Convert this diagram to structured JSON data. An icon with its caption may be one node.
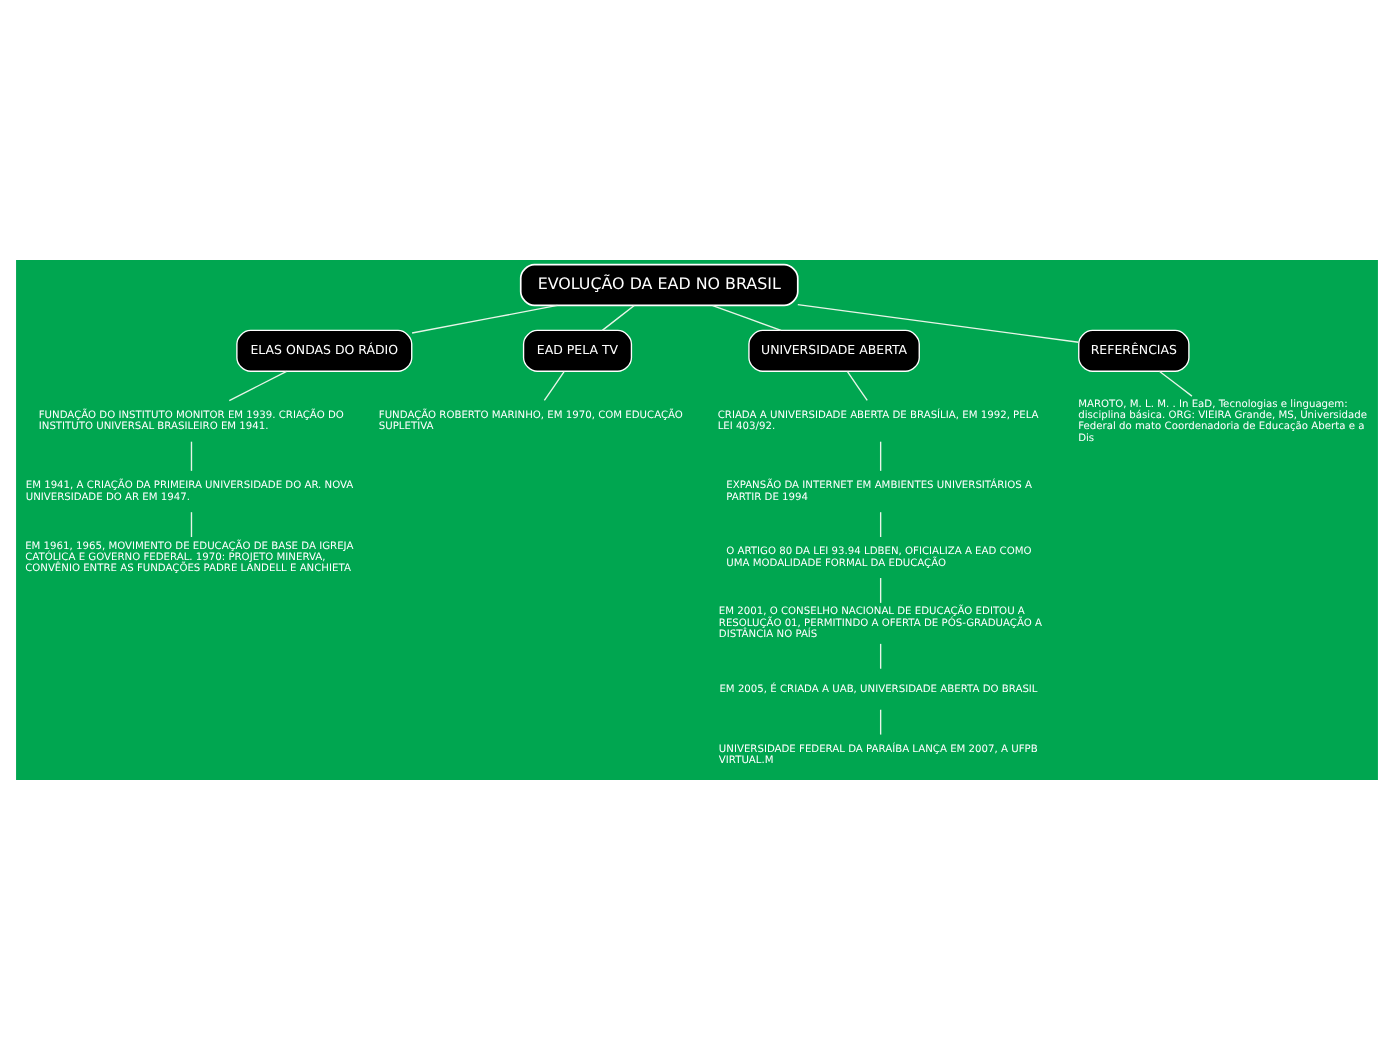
{
  "diagram": {
    "nodes": [
      {
        "text": [
          "EVOLUÇÃO DA EAD NO BRASIL"
        ]
      },
      {
        "text": [
          "ELAS ONDAS DO RÁDIO"
        ]
      },
      {
        "text": [
          "EAD PELA TV"
        ]
      },
      {
        "text": [
          "UNIVERSIDADE ABERTA"
        ]
      },
      {
        "text": [
          "REFERÊNCIAS"
        ]
      },
      {
        "text": [
          "FUNDAÇÃO DO INSTITUTO MONITOR EM 1939. CRIAÇÃO DO INSTITUTO UNIVERSAL BRASILEIRO EM 1941."
        ]
      },
      {
        "text": [
          "EM 1941, A CRIAÇÃO DA PRIMEIRA UNIVERSIDADE DO AR. NOVA UNIVERSIDADE DO AR EM 1947."
        ]
      },
      {
        "text": [
          "EM 1961, 1965, MOVIMENTO DE EDUCAÇÃO DE BASE DA IGREJA CATÓLICA E GOVERNO FEDERAL. 1970: PROJETO MINERVA, CONVÊNIO ENTRE AS FUNDAÇÕES PADRE LANDELL E ANCHIETA"
        ]
      },
      {
        "text": [
          "FUNDAÇÃO ROBERTO MARINHO, EM 1970, COM EDUCAÇÃO SUPLETIVA"
        ]
      },
      {
        "text": [
          "CRIADA A UNIVERSIDADE ABERTA DE BRASÍLIA, EM 1992, PELA LEI 403/92."
        ]
      },
      {
        "text": [
          "EXPANSÃO DA INTERNET EM AMBIENTES UNIVERSITÁRIOS A PARTIR DE 1994"
        ]
      },
      {
        "text": [
          "O ARTIGO 80 DA LEI 93.94 LDBEN, OFICIALIZA A EAD COMO UMA MODALIDADE FORMAL DA EDUCAÇÃO"
        ]
      },
      {
        "text": [
          "EM 2001, O CONSELHO NACIONAL DE EDUCAÇÃO EDITOU A RESOLUÇÃO 01, PERMITINDO A OFERTA DE PÓS-GRADUAÇÃO A DISTÂNCIA NO PAÍS"
        ]
      },
      {
        "text": [
          "EM 2005, É CRIADA A UAB, UNIVERSIDADE ABERTA DO BRASIL"
        ]
      },
      {
        "text": [
          "UNIVERSIDADE FEDERAL DA PARAÍBA LANÇA EM 2007, A UFPB VIRTUAL.M"
        ]
      },
      {
        "text": [
          "MAROTO, M. L. M. . In EaD, Tecnologias e linguagem: disciplina básica. ORG: VIEIRA Grande, MS, Universidade Federal do mato Coordenadoria de Educação Aberta e a Dis"
        ]
      }
    ],
    "edges": [
      {
        "from": 0,
        "to": 1,
        "arrow": "none"
      },
      {
        "from": 0,
        "to": 2,
        "arrow": "none"
      },
      {
        "from": 0,
        "to": 3,
        "arrow": "none"
      },
      {
        "from": 0,
        "to": 4,
        "arrow": "none"
      },
      {
        "from": 1,
        "to": 5,
        "arrow": "none"
      },
      {
        "from": 5,
        "to": 6,
        "arrow": "none"
      },
      {
        "from": 6,
        "to": 7,
        "arrow": "none"
      },
      {
        "from": 2,
        "to": 8,
        "arrow": "none"
      },
      {
        "from": 3,
        "to": 9,
        "arrow": "none"
      },
      {
        "from": 9,
        "to": 10,
        "arrow": "none"
      },
      {
        "from": 10,
        "to": 11,
        "arrow": "none"
      },
      {
        "from": 11,
        "to": 12,
        "arrow": "none"
      },
      {
        "from": 12,
        "to": 13,
        "arrow": "none"
      },
      {
        "from": 13,
        "to": 14,
        "arrow": "none"
      },
      {
        "from": 4,
        "to": 15,
        "arrow": "none"
      }
    ]
  }
}
